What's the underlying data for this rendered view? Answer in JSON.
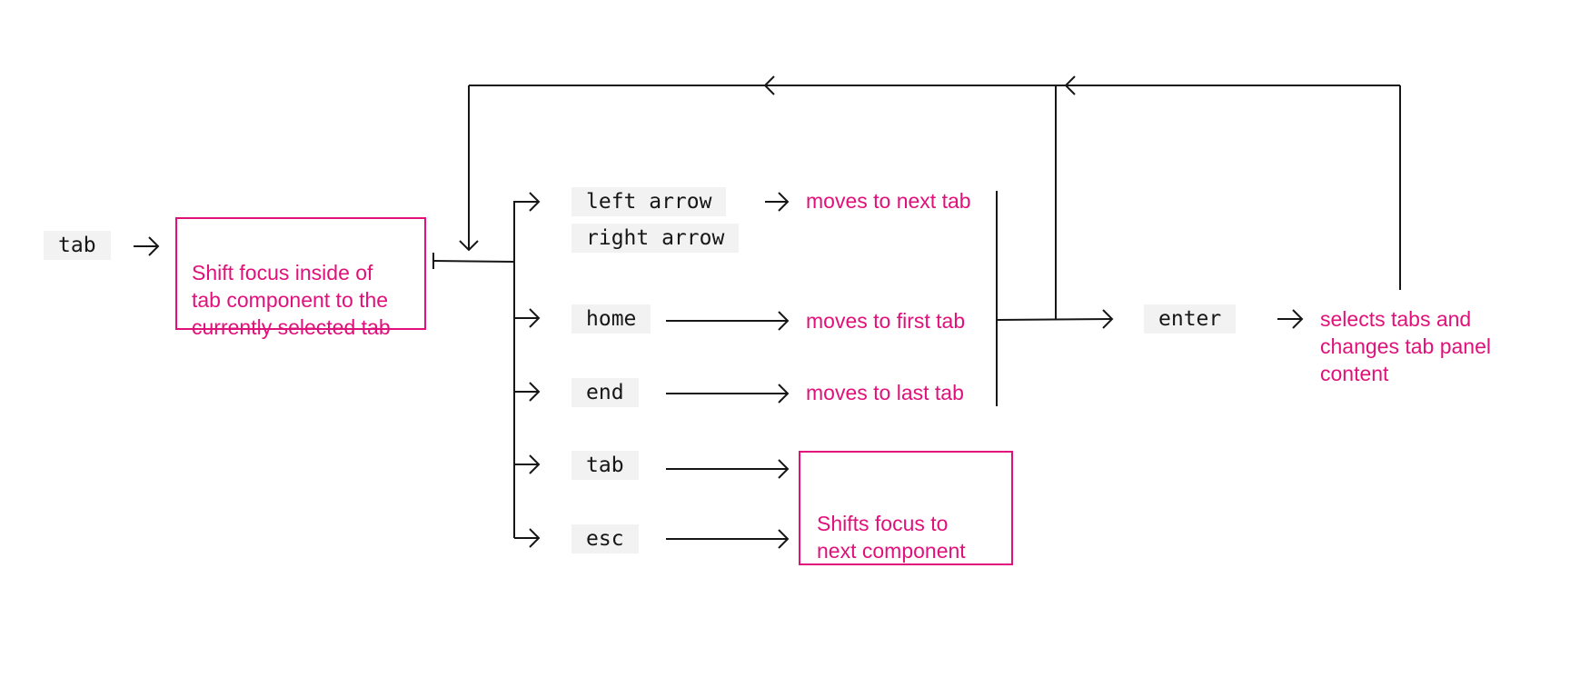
{
  "keys": {
    "tab_entry": "tab",
    "left_arrow": "left arrow",
    "right_arrow": "right arrow",
    "home": "home",
    "end": "end",
    "tab": "tab",
    "esc": "esc",
    "enter": "enter"
  },
  "descriptions": {
    "shift_focus_inside": "Shift focus inside of\ntab component to the\ncurrently selected tab",
    "next_tab": "moves to next tab",
    "first_tab": "moves to first tab",
    "last_tab": "moves to last tab",
    "next_component": "Shifts focus to\nnext component",
    "selects_tabs": "selects tabs and\nchanges tab panel\ncontent"
  },
  "colors": {
    "accent": "#e0117a",
    "line": "#161616",
    "key_background": "#f2f2f2"
  },
  "icons": [
    "arrow-right-icon",
    "arrow-left-icon",
    "arrow-down-icon"
  ]
}
